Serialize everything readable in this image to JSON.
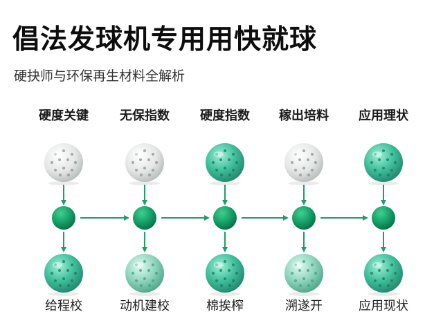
{
  "title": "倡法发球机专用用快就球",
  "subtitle": "硬抉师与环保再生材料全解析",
  "columns": [
    {
      "header": "硬度关键",
      "footer": "给程校",
      "top_ball": "white",
      "bottom_ball": "teal"
    },
    {
      "header": "无保指数",
      "footer": "动机建校",
      "top_ball": "white",
      "bottom_ball": "mint"
    },
    {
      "header": "硬度指数",
      "footer": "棉挨榨",
      "top_ball": "teal",
      "bottom_ball": "teal"
    },
    {
      "header": "稼出培料",
      "footer": "溯遂开",
      "top_ball": "white",
      "bottom_ball": "mint"
    },
    {
      "header": "应用理状",
      "footer": "应用现状",
      "top_ball": "teal",
      "bottom_ball": "teal"
    }
  ],
  "colors": {
    "arrow": "#1e9c6a",
    "node": "#129a64",
    "white_ball": "#e6e9e8",
    "teal_ball": "#3fbf9c",
    "mint_ball": "#8fd6be"
  }
}
